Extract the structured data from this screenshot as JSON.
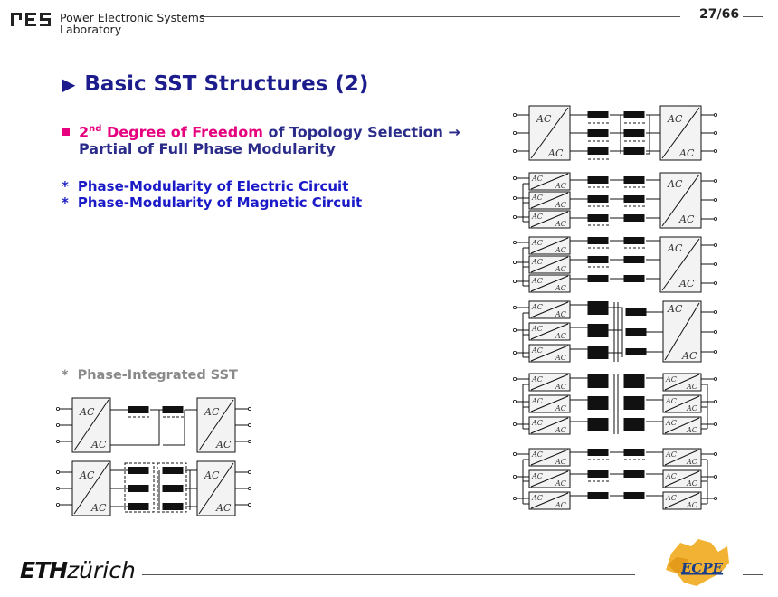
{
  "header": {
    "lab_line1": "Power Electronic Systems",
    "lab_line2": "Laboratory",
    "slide_number": "27/66"
  },
  "title": "Basic SST Structures (2)",
  "bullet1": {
    "part1": "2",
    "sup": "nd",
    "part2": " Degree of Freedom",
    "part3": " of Topology Selection →",
    "line2": "Partial of Full Phase Modularity"
  },
  "stars": [
    "Phase-Modularity of Electric Circuit",
    "Phase-Modularity of Magnetic Circuit"
  ],
  "star3": "Phase-Integrated SST",
  "converter_label": "AC",
  "footer": {
    "eth_bold": "ETH",
    "eth_rest": "zürich",
    "ecpe": "ECPE"
  },
  "colors": {
    "title": "#1c1c8c",
    "highlight": "#e6007e",
    "bullet_blue": "#1a1ac8",
    "gray_text": "#8a8a8a"
  }
}
